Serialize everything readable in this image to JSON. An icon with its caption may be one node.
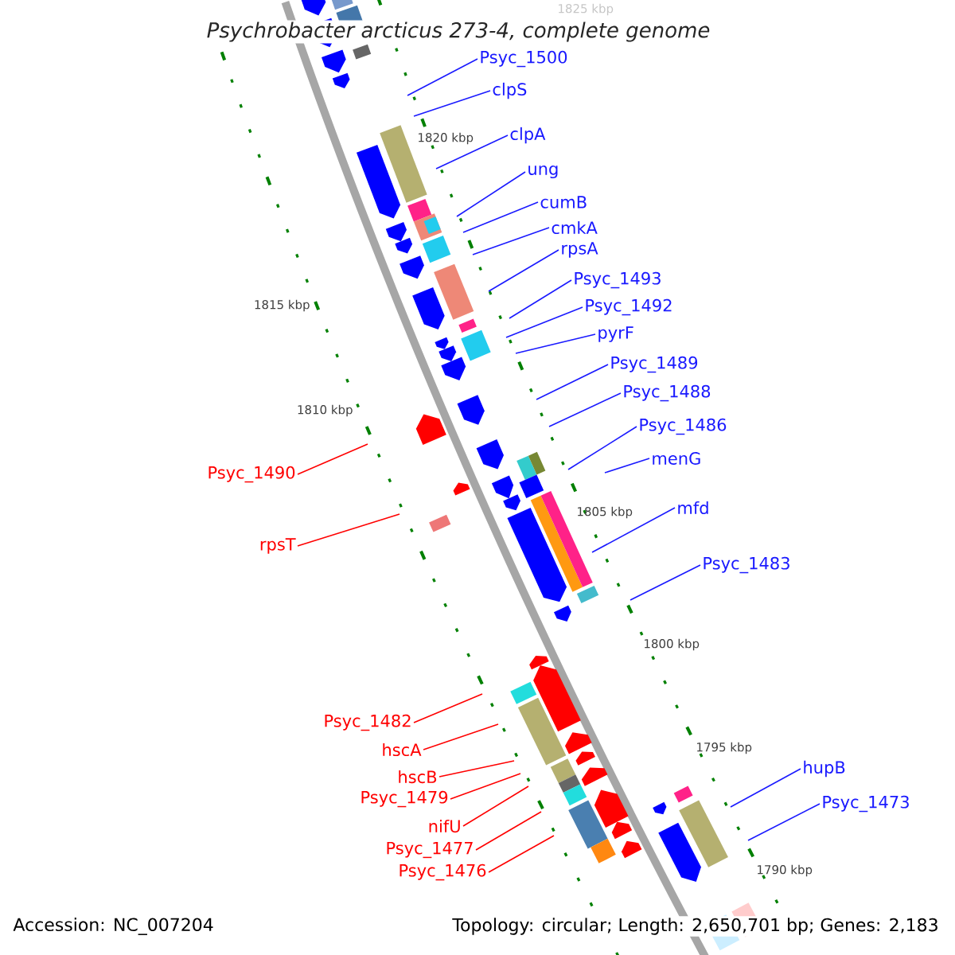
{
  "diagram": {
    "title": "Psychrobacter arcticus 273-4, complete genome",
    "nodes": [
      {
        "text": [
          "Psyc_1500"
        ]
      },
      {
        "text": [
          "clpS"
        ]
      },
      {
        "text": [
          "clpA"
        ]
      },
      {
        "text": [
          "ung"
        ]
      },
      {
        "text": [
          "cumB"
        ]
      },
      {
        "text": [
          "cmkA"
        ]
      },
      {
        "text": [
          "rpsA"
        ]
      },
      {
        "text": [
          "Psyc_1493"
        ]
      },
      {
        "text": [
          "Psyc_1492"
        ]
      },
      {
        "text": [
          "pyrF"
        ]
      },
      {
        "text": [
          "Psyc_1489"
        ]
      },
      {
        "text": [
          "Psyc_1488"
        ]
      },
      {
        "text": [
          "Psyc_1490"
        ]
      },
      {
        "text": [
          "Psyc_1486"
        ]
      },
      {
        "text": [
          "menG"
        ]
      },
      {
        "text": [
          "rpsT"
        ]
      },
      {
        "text": [
          "mfd"
        ]
      },
      {
        "text": [
          "Psyc_1483"
        ]
      },
      {
        "text": [
          "Psyc_1482"
        ]
      },
      {
        "text": [
          "hscA"
        ]
      },
      {
        "text": [
          "hscB"
        ]
      },
      {
        "text": [
          "Psyc_1479"
        ]
      },
      {
        "text": [
          "hupB"
        ]
      },
      {
        "text": [
          "nifU"
        ]
      },
      {
        "text": [
          "Psyc_1473"
        ]
      },
      {
        "text": [
          "Psyc_1477"
        ]
      },
      {
        "text": [
          "Psyc_1476"
        ]
      }
    ],
    "edges": [
      {
        "from": 0,
        "to": null,
        "arrow": "none"
      },
      {
        "from": 1,
        "to": null,
        "arrow": "none"
      },
      {
        "from": 2,
        "to": null,
        "arrow": "none"
      },
      {
        "from": 3,
        "to": null,
        "arrow": "none"
      },
      {
        "from": 4,
        "to": null,
        "arrow": "none"
      },
      {
        "from": 5,
        "to": null,
        "arrow": "none"
      },
      {
        "from": 6,
        "to": null,
        "arrow": "none"
      },
      {
        "from": 7,
        "to": null,
        "arrow": "none"
      },
      {
        "from": 8,
        "to": null,
        "arrow": "none"
      },
      {
        "from": 9,
        "to": null,
        "arrow": "none"
      },
      {
        "from": 10,
        "to": null,
        "arrow": "none"
      },
      {
        "from": 11,
        "to": null,
        "arrow": "none"
      },
      {
        "from": 12,
        "to": null,
        "arrow": "none",
        "color": "#ff0000"
      },
      {
        "from": 13,
        "to": null,
        "arrow": "none"
      },
      {
        "from": 14,
        "to": null,
        "arrow": "none"
      },
      {
        "from": 15,
        "to": null,
        "arrow": "none",
        "color": "#ff0000"
      },
      {
        "from": 16,
        "to": null,
        "arrow": "none"
      },
      {
        "from": 17,
        "to": null,
        "arrow": "none"
      },
      {
        "from": 18,
        "to": null,
        "arrow": "none",
        "color": "#ff0000"
      },
      {
        "from": 19,
        "to": null,
        "arrow": "none",
        "color": "#ff0000"
      },
      {
        "from": 20,
        "to": null,
        "arrow": "none",
        "color": "#ff0000"
      },
      {
        "from": 21,
        "to": null,
        "arrow": "none",
        "color": "#ff0000"
      },
      {
        "from": 22,
        "to": null,
        "arrow": "none"
      },
      {
        "from": 23,
        "to": null,
        "arrow": "none",
        "color": "#ff0000"
      },
      {
        "from": 24,
        "to": null,
        "arrow": "none"
      },
      {
        "from": 25,
        "to": null,
        "arrow": "none",
        "color": "#ff0000"
      },
      {
        "from": 26,
        "to": null,
        "arrow": "none",
        "color": "#ff0000"
      }
    ],
    "labels": [
      "1825 kbp",
      "1820 kbp",
      "1815 kbp",
      "1810 kbp",
      "1805 kbp",
      "1800 kbp",
      "1795 kbp",
      "1790 kbp",
      "Accession: NC_007204",
      "Topology: circular; Length: 2,650,701 bp; Genes: 2,183"
    ]
  }
}
